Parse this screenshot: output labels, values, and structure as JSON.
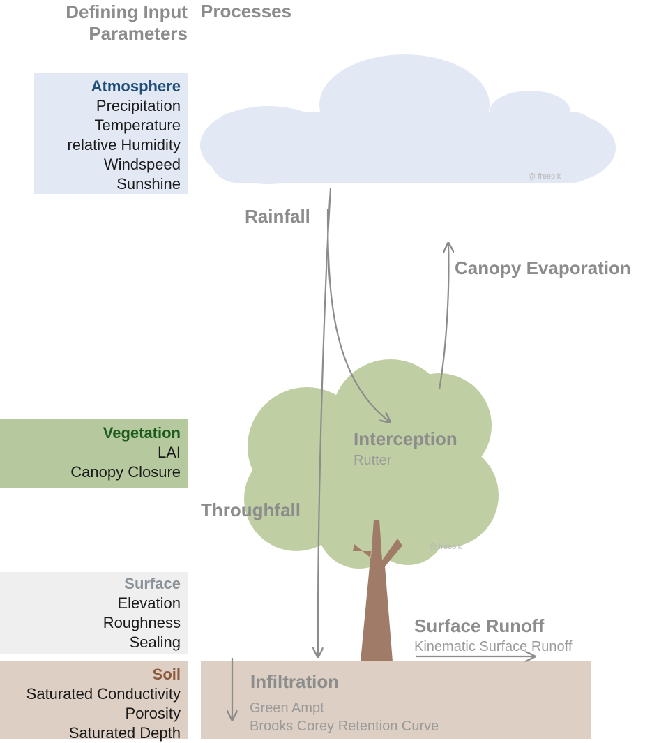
{
  "headers": {
    "left_line1": "Defining Input",
    "left_line2": "Parameters",
    "right": "Processes"
  },
  "parameters": {
    "atmosphere": {
      "title": "Atmosphere",
      "items": [
        "Precipitation",
        "Temperature",
        "relative Humidity",
        "Windspeed",
        "Sunshine"
      ],
      "box_color": "#e2e9f4",
      "title_color": "#1f4e79"
    },
    "vegetation": {
      "title": "Vegetation",
      "items": [
        "LAI",
        "Canopy Closure"
      ],
      "box_color": "#b6c99e",
      "title_color": "#1e5c1e"
    },
    "surface": {
      "title": "Surface",
      "items": [
        "Elevation",
        "Roughness",
        "Sealing"
      ],
      "box_color": "#efefef",
      "title_color": "#8a9299"
    },
    "soil": {
      "title": "Soil",
      "items": [
        "Saturated Conductivity",
        "Porosity",
        "Saturated Depth"
      ],
      "box_color": "#ddcfc3",
      "title_color": "#8b5a3c"
    }
  },
  "processes": {
    "rainfall": "Rainfall",
    "canopy_evaporation": "Canopy Evaporation",
    "interception": "Interception",
    "interception_method": "Rutter",
    "throughfall": "Throughfall",
    "surface_runoff": "Surface Runoff",
    "surface_runoff_method": "Kinematic Surface Runoff",
    "infiltration": "Infiltration",
    "infiltration_methods": [
      "Green Ampt",
      "Brooks Corey Retention Curve"
    ]
  },
  "watermarks": {
    "cloud": "@ freepik",
    "tree": "@ freepik"
  },
  "colors": {
    "cloud": "#e2e9f4",
    "tree_crown": "#bfcfa3",
    "trunk": "#a07b68",
    "soil_band": "#ddcfc3",
    "arrow": "#8c8c8c"
  }
}
